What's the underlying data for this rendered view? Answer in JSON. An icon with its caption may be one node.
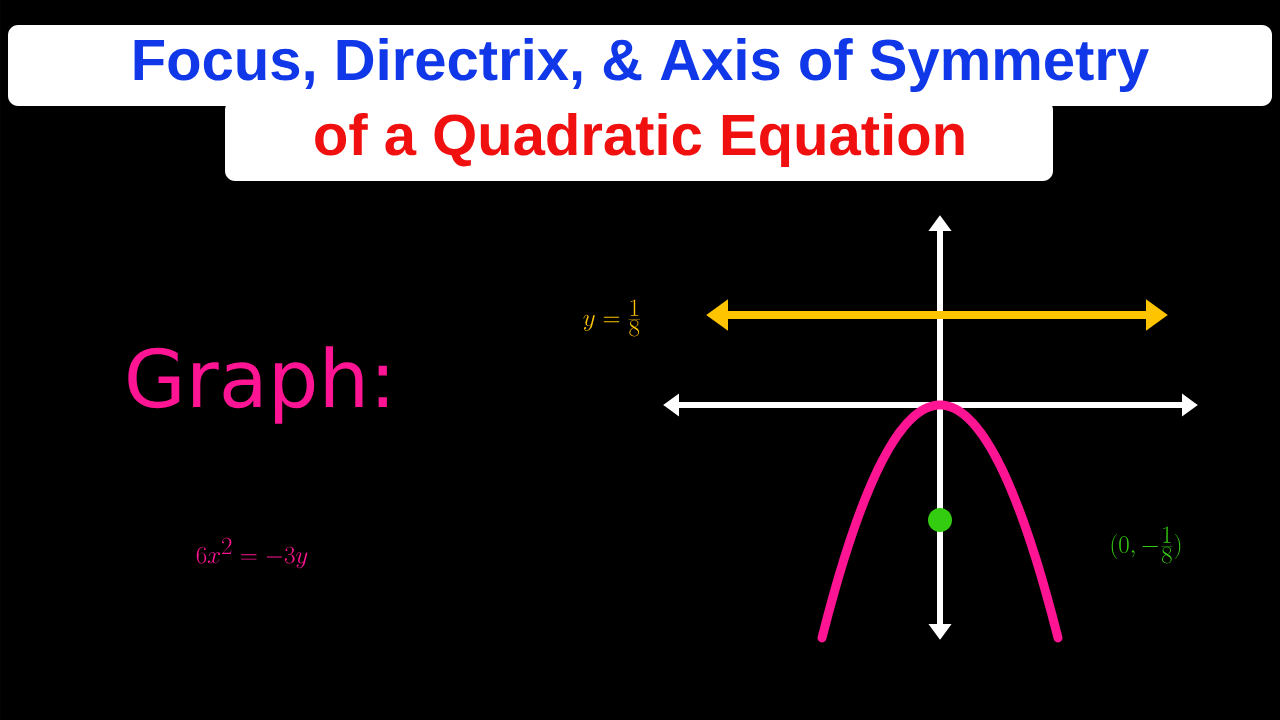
{
  "diagram": {
    "title": "Focus, Directrix, & Axis of Symmetry",
    "labels": [
      "of a Quadratic Equation",
      "Graph:",
      "6x^{2}=-3y",
      "y=\\frac{1}{8}",
      "(0,-\\frac{1}{8})"
    ]
  }
}
